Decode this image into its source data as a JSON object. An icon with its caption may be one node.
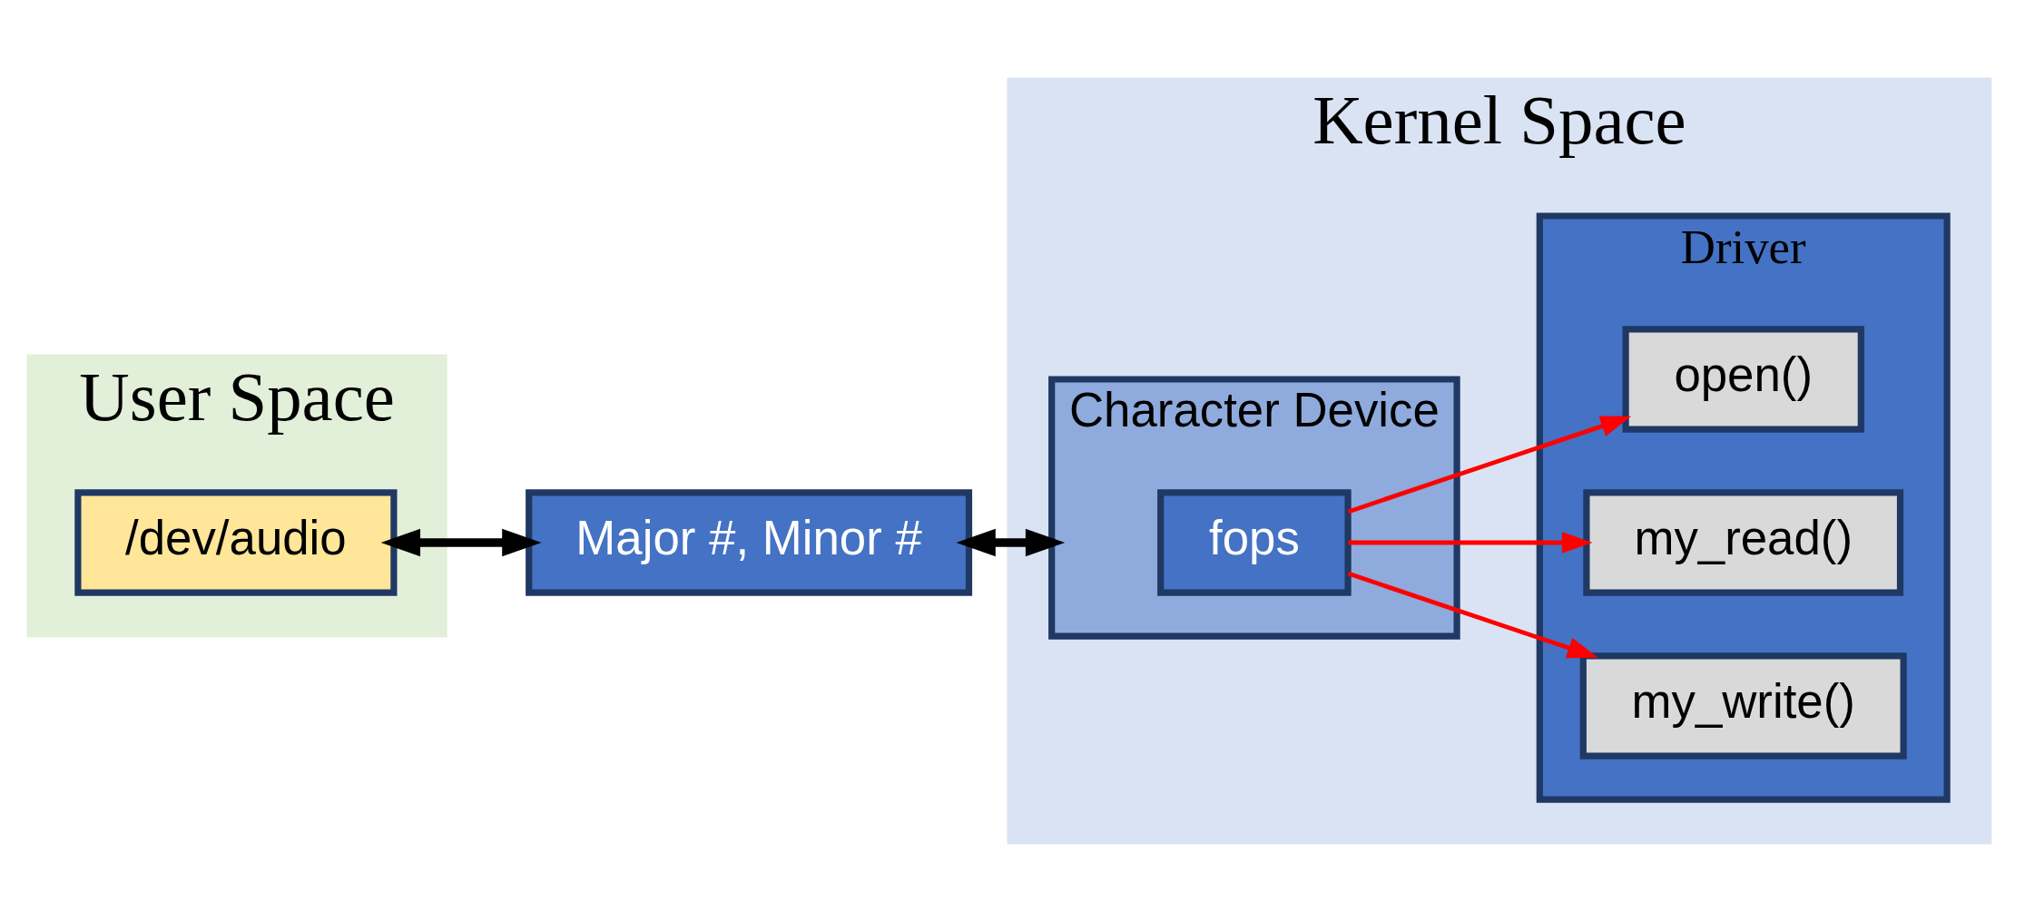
{
  "diagram": {
    "nodes": [
      {
        "text": [
          "User Space"
        ]
      },
      {
        "text": [
          "Kernel Space"
        ]
      },
      {
        "text": [
          "/dev/audio"
        ],
        "in": 0
      },
      {
        "text": [
          "Major #, Minor #"
        ]
      },
      {
        "text": [
          "Character Device"
        ],
        "in": 1
      },
      {
        "text": [
          "fops"
        ],
        "in": 4
      },
      {
        "text": [
          "Driver"
        ],
        "in": 1
      },
      {
        "text": [
          "open()"
        ],
        "in": 6
      },
      {
        "text": [
          "my_read()"
        ],
        "in": 6
      },
      {
        "text": [
          "my_write()"
        ],
        "in": 6
      }
    ],
    "edges": [
      {
        "from": 2,
        "to": 3,
        "arrow": "both",
        "style": "thick",
        "color": "#000000"
      },
      {
        "from": 3,
        "to": 4,
        "arrow": "both",
        "style": "thick",
        "color": "#000000"
      },
      {
        "from": 5,
        "to": 7,
        "arrow": "to",
        "color": "#ff0000"
      },
      {
        "from": 5,
        "to": 8,
        "arrow": "to",
        "color": "#ff0000"
      },
      {
        "from": 5,
        "to": 9,
        "arrow": "to",
        "color": "#ff0000"
      }
    ]
  }
}
